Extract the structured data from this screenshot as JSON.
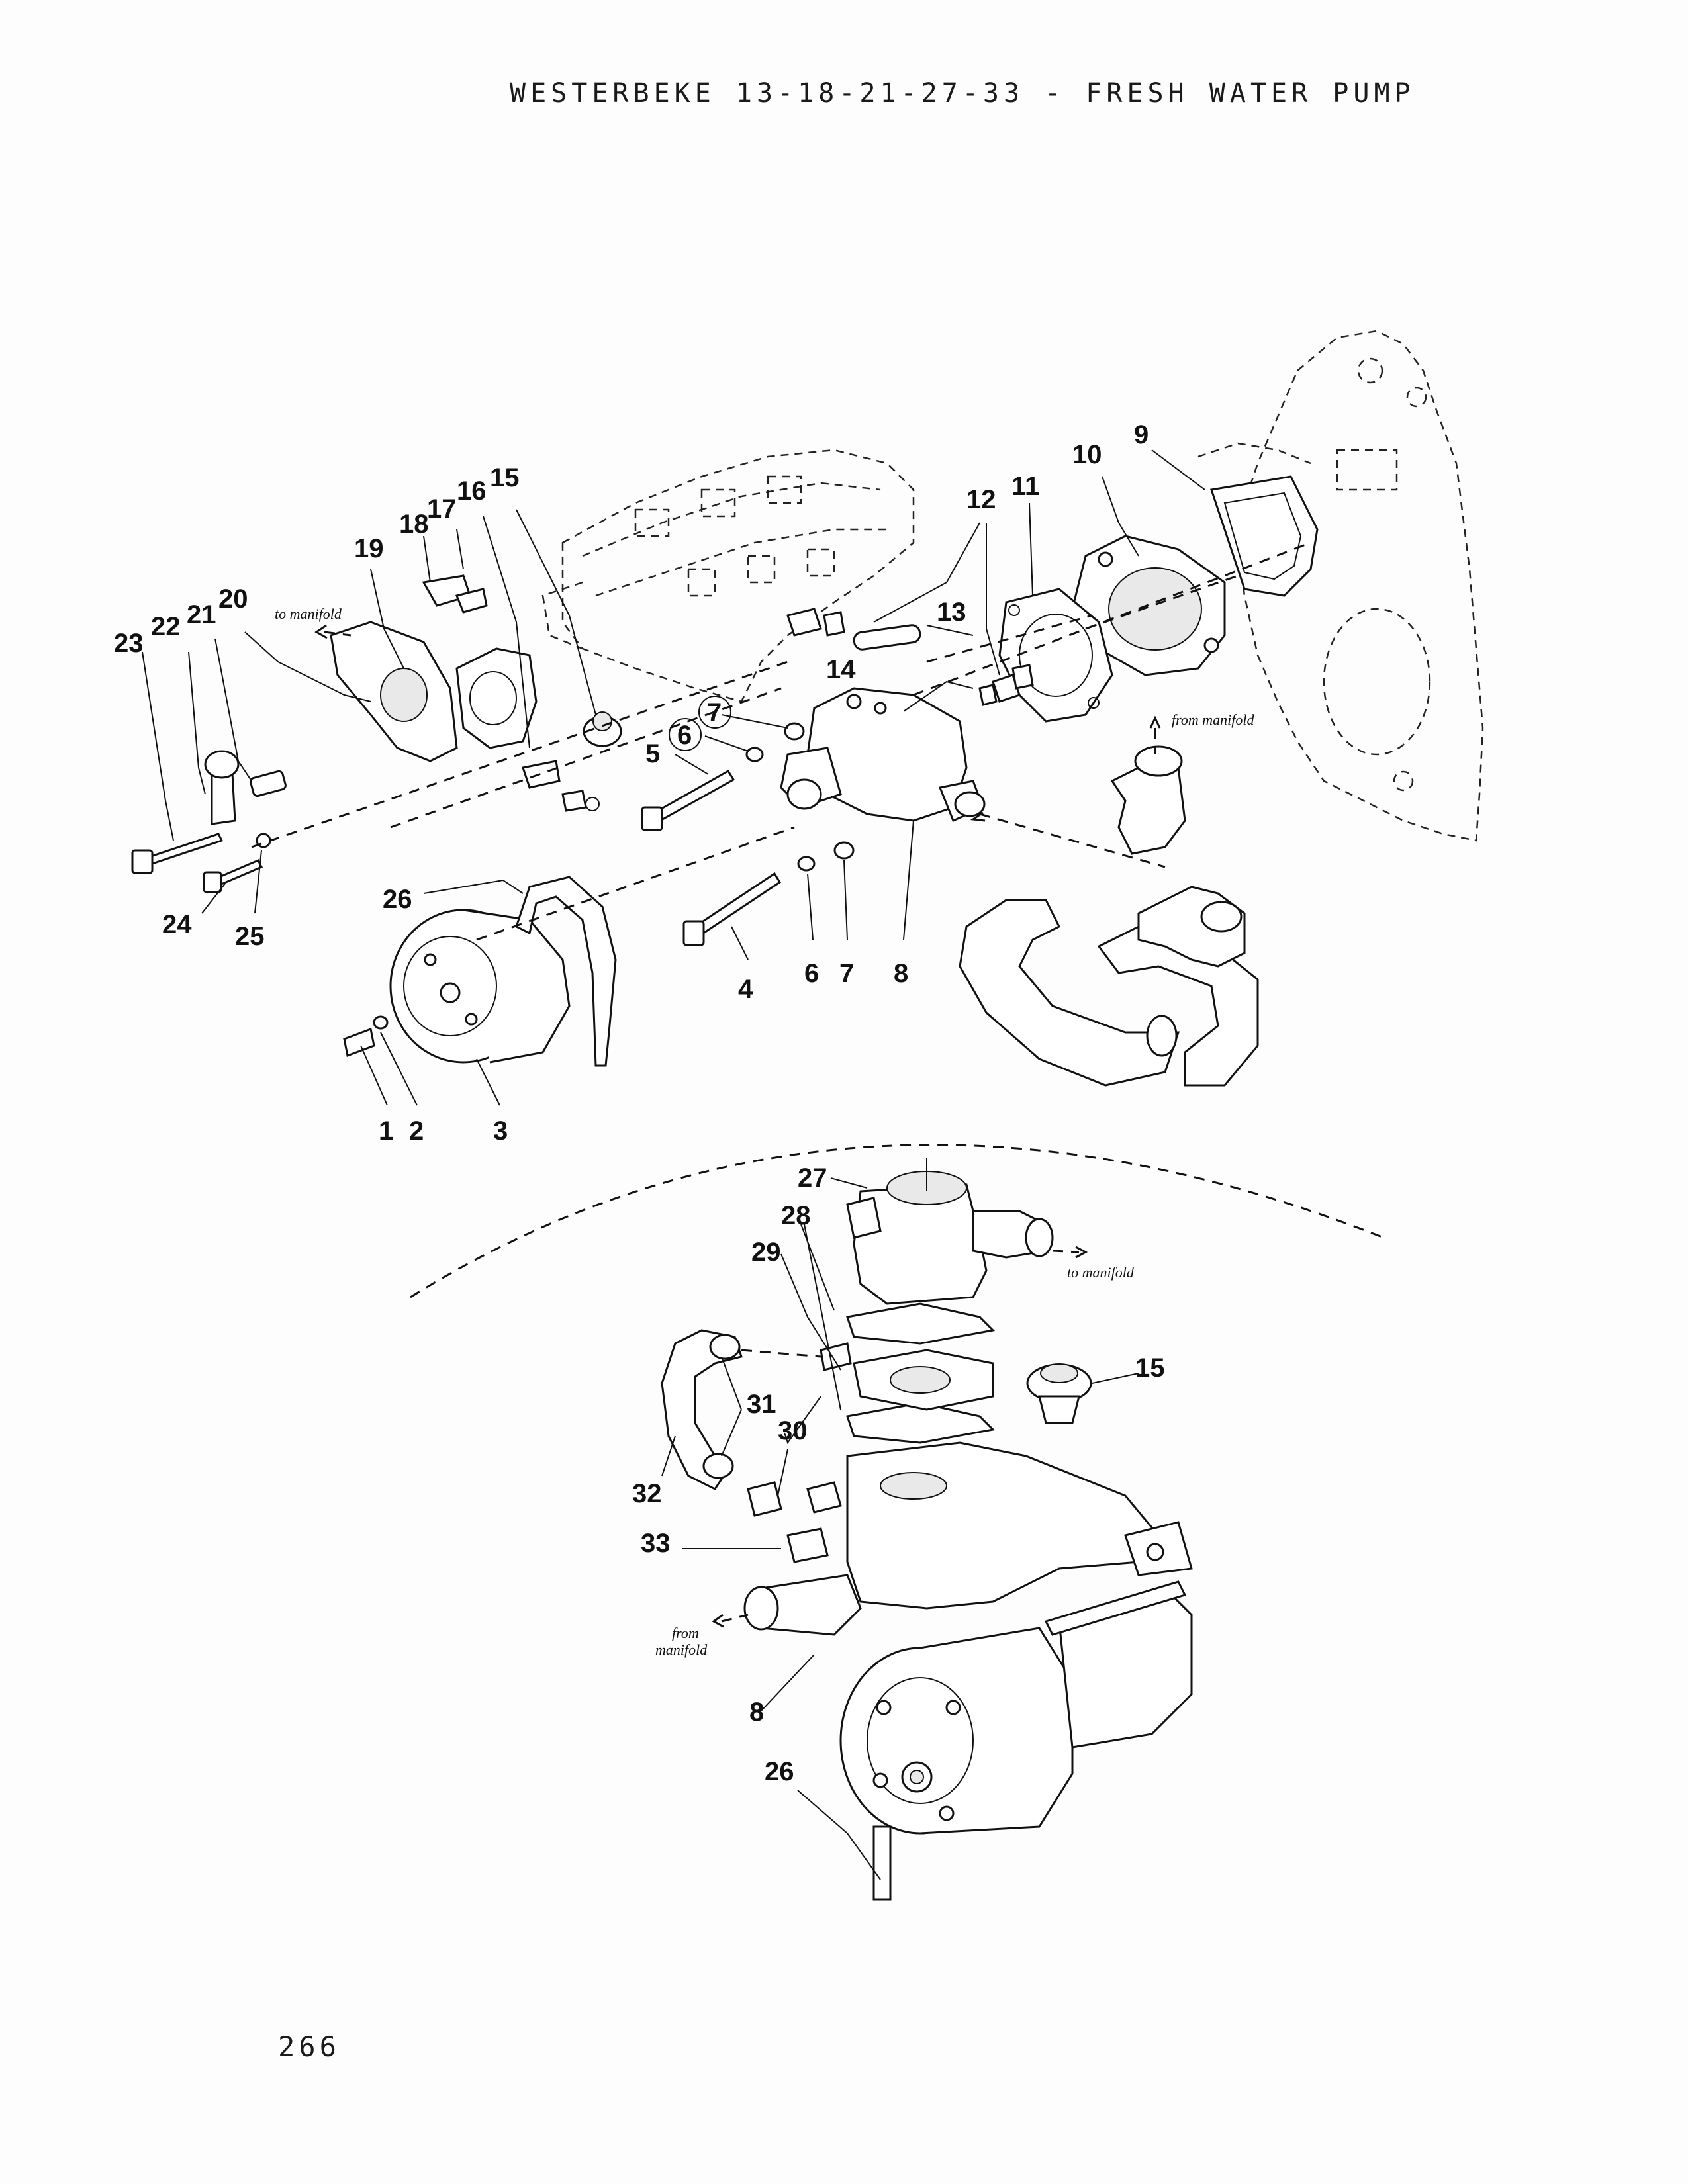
{
  "header": {
    "title": "WESTERBEKE 13-18-21-27-33 - FRESH WATER PUMP"
  },
  "page_number": "266",
  "callouts": {
    "c1": "1",
    "c2": "2",
    "c3": "3",
    "c4": "4",
    "c5": "5",
    "c6": "6",
    "c6c": "6",
    "c7": "7",
    "c7c": "7",
    "c8": "8",
    "c8b": "8",
    "c9": "9",
    "c10": "10",
    "c11": "11",
    "c12": "12",
    "c13": "13",
    "c14": "14",
    "c15": "15",
    "c15b": "15",
    "c16": "16",
    "c17": "17",
    "c18": "18",
    "c19": "19",
    "c20": "20",
    "c21": "21",
    "c22": "22",
    "c23": "23",
    "c24": "24",
    "c25": "25",
    "c26": "26",
    "c26b": "26",
    "c27": "27",
    "c28": "28",
    "c29": "29",
    "c30": "30",
    "c31": "31",
    "c32": "32",
    "c33": "33"
  },
  "notes": {
    "to_manifold_top": "to manifold",
    "from_manifold_top": "from manifold",
    "to_manifold_bottom": "to manifold",
    "from_manifold_bottom_1": "from",
    "from_manifold_bottom_2": "manifold"
  }
}
